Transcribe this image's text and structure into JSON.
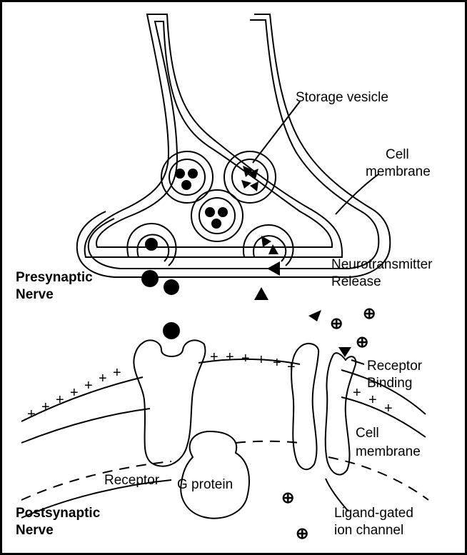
{
  "labels": {
    "storage_vesicle": "Storage vesicle",
    "cell_membrane_top_1": "Cell",
    "cell_membrane_top_2": "membrane",
    "presynaptic_1": "Presynaptic",
    "presynaptic_2": "Nerve",
    "neurotransmitter_1": "Neurotransmitter",
    "neurotransmitter_2": "Release",
    "receptor_binding_1": "Receptor",
    "receptor_binding_2": "Binding",
    "cell_membrane_bottom_1": "Cell",
    "cell_membrane_bottom_2": "membrane",
    "receptor": "Receptor",
    "g_protein": "G protein",
    "postsynaptic_1": "Postsynaptic",
    "postsynaptic_2": "Nerve",
    "ligand_gated_1": "Ligand-gated",
    "ligand_gated_2": "ion channel"
  },
  "symbols": {
    "positive_ion": "⊕",
    "charge": "+"
  }
}
